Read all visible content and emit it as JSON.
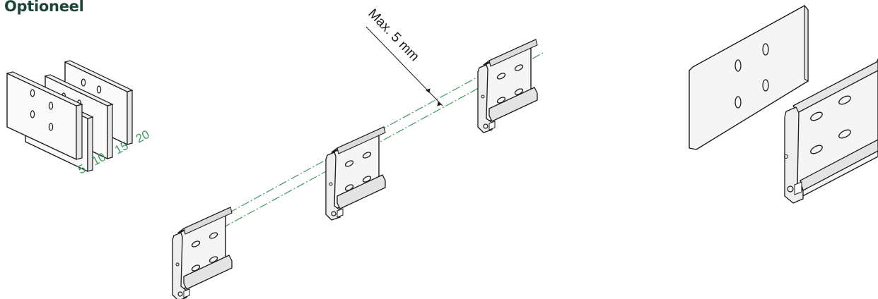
{
  "title": "Optioneel",
  "spacer_labels": [
    "5",
    "10",
    "15",
    "20"
  ],
  "dimension_label": "Max. 5 mm",
  "colors": {
    "title": "#1e4535",
    "accent_green": "#3f9a5e",
    "line": "#1a1a1a",
    "face": "#f4f4f4",
    "background": "#ffffff"
  },
  "icons": [
    "spacer-plate",
    "mounting-bracket",
    "mounting-plate",
    "alignment-line",
    "dimension-arrow"
  ]
}
